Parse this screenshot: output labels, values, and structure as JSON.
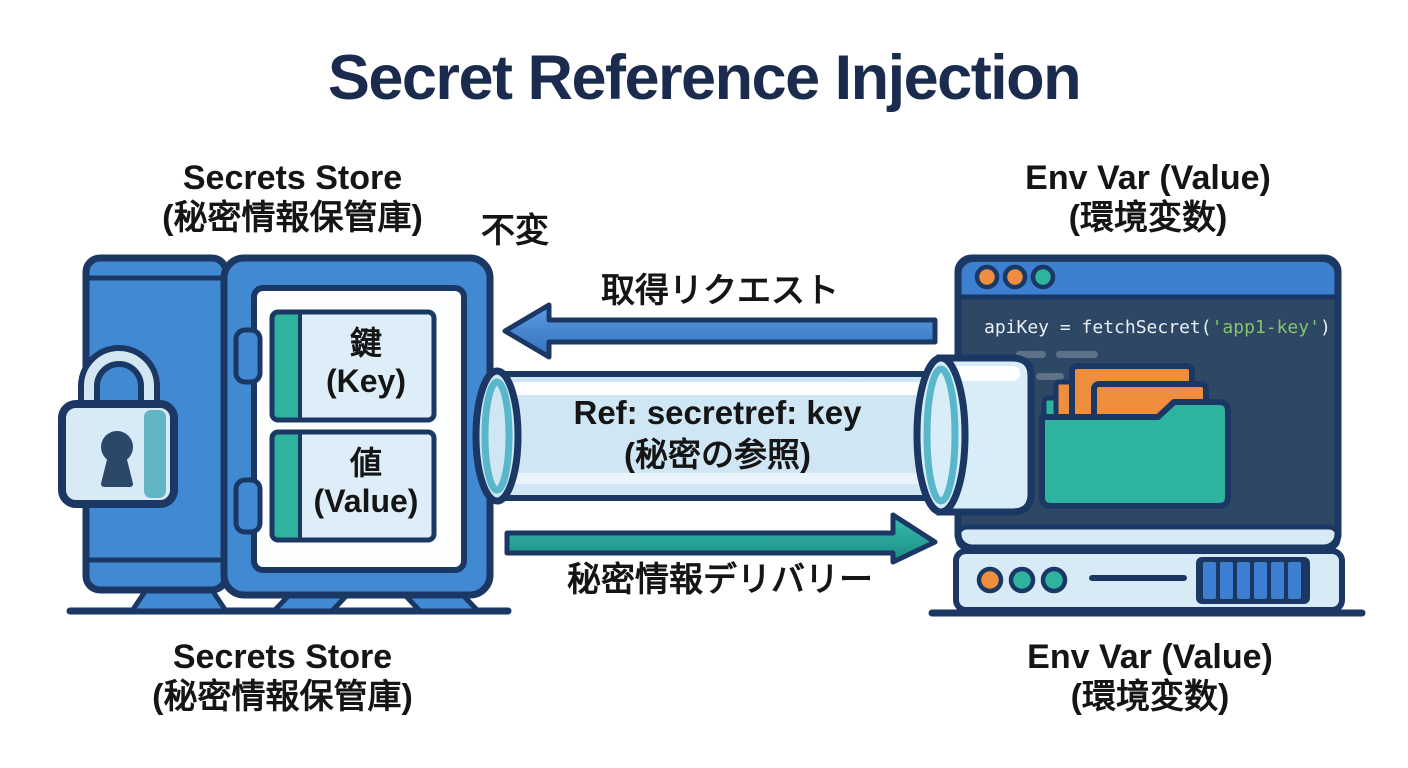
{
  "header": {
    "title": "Secret Reference Injection"
  },
  "palette": {
    "ink": "#1a2b4d",
    "navy": "#1b3764",
    "blue": "#4289d3",
    "light-blue": "#d8eaf6",
    "card-bg": "#ddeef8",
    "pipe-fill": "#cfe7f4",
    "teal": "#2db39e",
    "teal-ring": "#58b7cb",
    "orange": "#ef8f3d",
    "terminal-bg": "#2e4765",
    "titlebar-blue": "#3d7fd0",
    "code-green": "#85c46c",
    "code-white": "#e9f0f7",
    "dash-gray": "#5d7288"
  },
  "vault": {
    "label_top": {
      "line1": "Secrets Store",
      "line2": "(秘密情報保管庫)"
    },
    "label_bottom": {
      "line1": "Secrets Store",
      "line2": "(秘密情報保管庫)"
    },
    "key_card": {
      "line1": "鍵",
      "line2": "(Key)"
    },
    "value_card": {
      "line1": "値",
      "line2": "(Value)"
    }
  },
  "app": {
    "label_top": {
      "line1": "Env Var (Value)",
      "line2": "(環境変数)"
    },
    "label_bottom": {
      "line1": "Env Var (Value)",
      "line2": "(環境変数)"
    },
    "code": {
      "prefix": "apiKey = fetchSecret(",
      "secret": "'app1-key'",
      "suffix": ")"
    }
  },
  "flows": {
    "immutable": "不変",
    "fetch_request": "取得リクエスト",
    "delivery": "秘密情報デリバリー",
    "pipe": {
      "line1": "Ref: secretref: key",
      "line2": "(秘密の参照)"
    }
  },
  "icons": {
    "vault-icon": "svg-safe-shape",
    "padlock-icon": "svg-lock-shape",
    "window-controls-icon": "three-circles",
    "folder-icon": "svg-folder-shape",
    "paper-icon": "svg-rect",
    "pipe-icon": "svg-cylinder",
    "fetch-arrow-icon": "left-arrow",
    "delivery-arrow-icon": "right-arrow",
    "server-vent-icon": "vertical-bars",
    "server-led-icon": "circle"
  }
}
